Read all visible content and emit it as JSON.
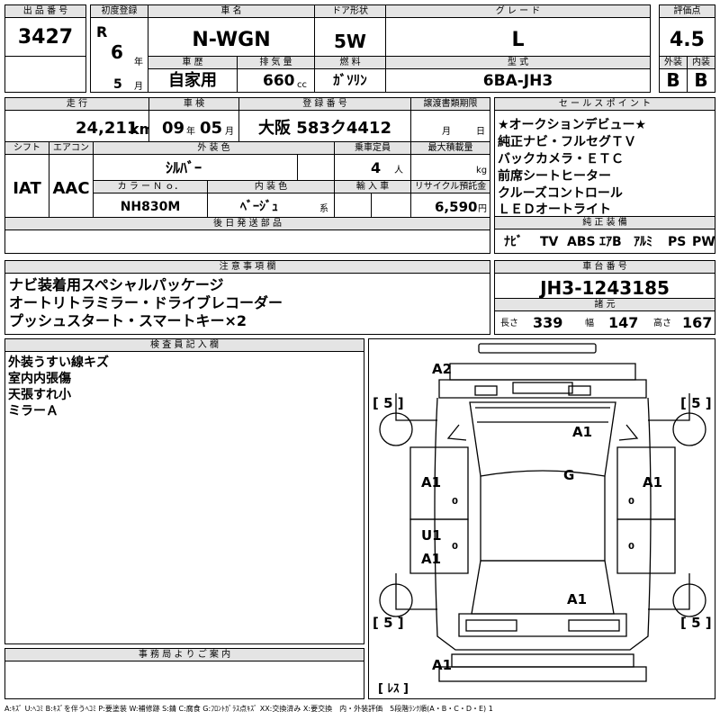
{
  "header": {
    "lot_label": "出 品 番 号",
    "lot_number": "3427",
    "first_reg_label": "初度登録",
    "era": "R",
    "reg_year": "6",
    "year_unit": "年",
    "reg_month": "5",
    "month_unit": "月",
    "model_label": "車 名",
    "model_name": "N-WGN",
    "door_label": "ドア形状",
    "door": "5W",
    "grade_label": "グ レ ー ド",
    "grade": "L",
    "score_label": "評価点",
    "score": "4.5",
    "history_label": "車 歴",
    "history": "自家用",
    "displacement_label": "排 気 量",
    "displacement": "660",
    "displacement_unit": "cc",
    "fuel_label": "燃 料",
    "fuel": "ｶﾞｿﾘﾝ",
    "type_label": "型 式",
    "type_code": "6BA-JH3",
    "exterior_label": "外装",
    "exterior_grade": "B",
    "interior_label": "内装",
    "interior_grade": "B"
  },
  "details": {
    "mileage_label": "走 行",
    "mileage": "24,211",
    "mileage_unit": "km",
    "inspection_label": "車 検",
    "insp_year": "09",
    "insp_year_unit": "年",
    "insp_month": "05",
    "insp_month_unit": "月",
    "plate_label": "登 録 番 号",
    "plate": "大阪 583ク4412",
    "transfer_label": "譲渡書類期限",
    "transfer_month_unit": "月",
    "transfer_day_unit": "日",
    "shift_label": "シフト",
    "shift": "IAT",
    "ac_label": "エアコン",
    "ac": "AAC",
    "color_label": "外 装 色",
    "color": "ｼﾙﾊﾞｰ",
    "capacity_label": "乗車定員",
    "capacity": "4",
    "capacity_unit": "人",
    "payload_label": "最大積載量",
    "payload_unit": "kg",
    "color_no_label": "カ ラ ー Ｎ ｏ．",
    "color_no": "NH830M",
    "interior_color_label": "内 装 色",
    "interior_color": "ﾍﾞｰｼﾞｭ",
    "interior_color_suffix": "系",
    "import_label": "輸 入 車",
    "recycle_label": "リサイクル預託金",
    "recycle": "6,590",
    "recycle_unit": "円",
    "later_parts_label": "後 日 発 送 部 品"
  },
  "sales_points": {
    "label": "セ ー ル ス ポ イ ン ト",
    "lines": [
      "★オークションデビュー★",
      "純正ナビ・フルセグＴＶ",
      "バックカメラ・ＥＴＣ",
      "前席シートヒーター",
      "クルーズコントロール",
      "ＬＥＤオートライト"
    ]
  },
  "equipment": {
    "label": "純 正 装 備",
    "items": [
      "ﾅﾋﾞ",
      "TV",
      "ABS",
      "ｴｱB",
      "ｱﾙﾐ",
      "PS",
      "PW"
    ]
  },
  "notes": {
    "label": "注 意 事 項 欄",
    "lines": [
      "ナビ装着用スペシャルパッケージ",
      "オートリトラミラー・ドライブレコーダー",
      "プッシュスタート・スマートキー×2"
    ]
  },
  "chassis": {
    "label": "車 台 番 号",
    "number": "JH3-1243185",
    "specs_label": "諸 元",
    "length_label": "長さ",
    "length": "339",
    "width_label": "幅",
    "width": "147",
    "height_label": "高さ",
    "height": "167"
  },
  "inspector": {
    "label": "検 査 員 記 入 欄",
    "lines": [
      "外装うすい線キズ",
      "室内内張傷",
      "天張すれ小",
      "ミラーＡ"
    ]
  },
  "office": {
    "label": "事 務 局 よ り ご 案 内"
  },
  "diagram": {
    "tires": [
      "[ 5 ]",
      "[ 5 ]",
      "[ 5 ]",
      "[ 5 ]"
    ],
    "marks": {
      "front": "A2",
      "hood": "A1",
      "roof": "G",
      "left_front": "A1",
      "right_front": "A1",
      "left_rear_u": "U1",
      "left_rear_a": "A1",
      "trunk": "A1",
      "rear": "A1",
      "spare": "[ ﾚｽ ]",
      "left_front_zero": "0",
      "right_front_zero": "0",
      "left_rear_zero": "0",
      "right_rear_zero": "0"
    }
  },
  "legend": "A:ｷｽﾞ U:ﾍｺﾐ B:ｷｽﾞを伴うﾍｺﾐ P:要塗装 W:補修跡 S:錆 C:腐食 G:ﾌﾛﾝﾄｶﾞﾗｽ点ｷｽﾞ XX:交換済み X:要交換　内・外装評価　5段階ﾗﾝｸ順(A・B・C・D・E) 1"
}
